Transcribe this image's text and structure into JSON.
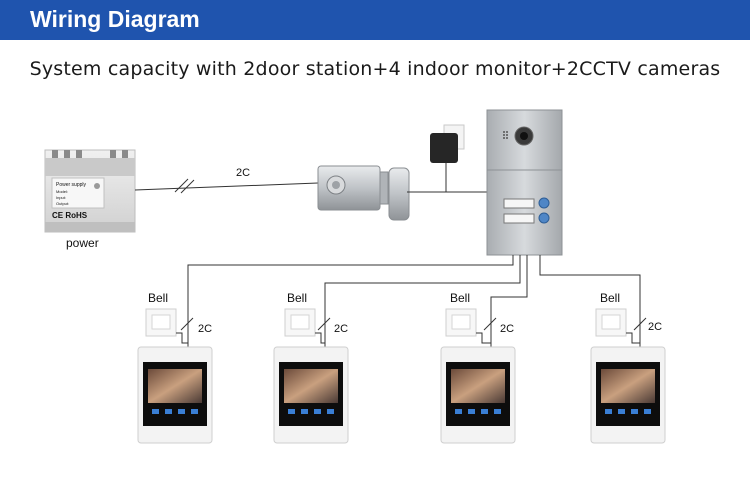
{
  "header": {
    "title": "Wiring Diagram"
  },
  "subtitle": "System capacity with 2door station+4 indoor monitor+2CCTV cameras",
  "power_supply": {
    "label": "power",
    "panel_title": "Power supply",
    "panel_lines": [
      "Model:",
      "Input:",
      "Output:"
    ],
    "marks": "CE RoHS"
  },
  "wire_labels": {
    "power_to_lock": "2C",
    "monitor_wire": "2C"
  },
  "monitors": [
    {
      "bell_label": "Bell",
      "wire_label": "2C"
    },
    {
      "bell_label": "Bell",
      "wire_label": "2C"
    },
    {
      "bell_label": "Bell",
      "wire_label": "2C"
    },
    {
      "bell_label": "Bell",
      "wire_label": "2C"
    }
  ]
}
